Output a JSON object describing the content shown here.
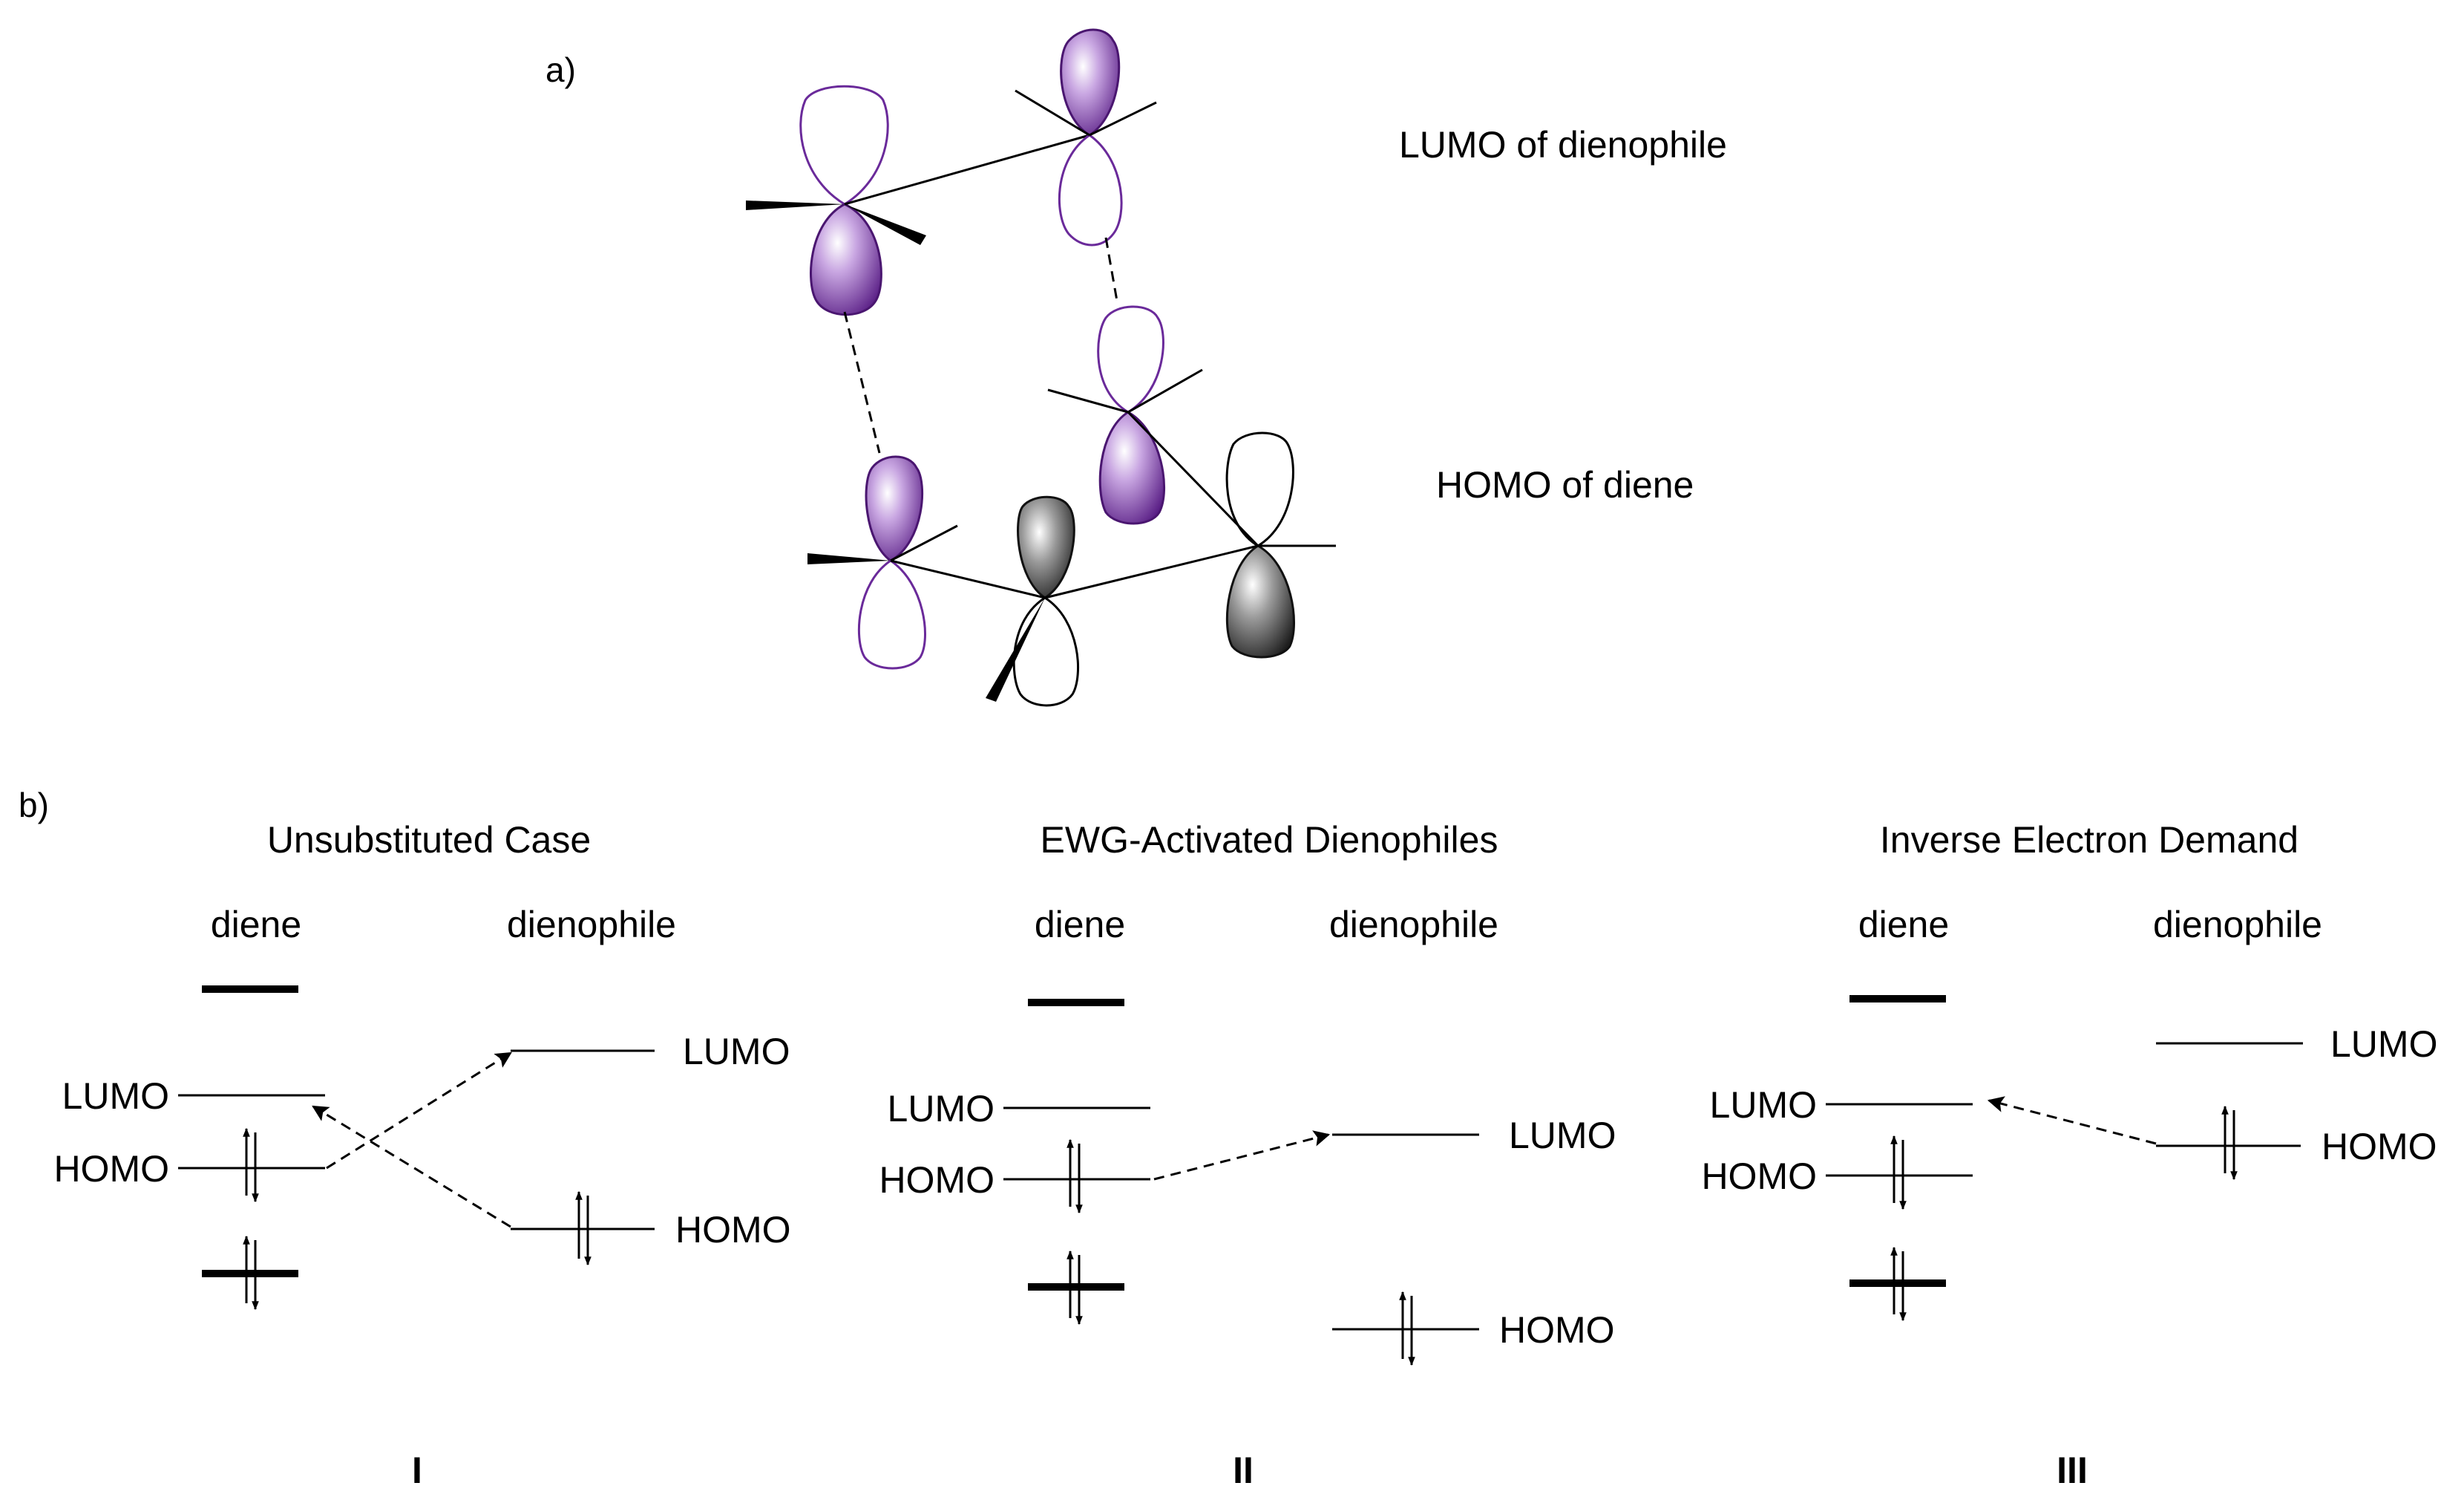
{
  "panel_a": {
    "label": "a)",
    "lumo_caption": "LUMO of dienophile",
    "homo_caption": "HOMO of diene",
    "colors": {
      "purple": "#6a2a9a",
      "gray": "#444444"
    }
  },
  "panel_b": {
    "label": "b)",
    "diene_label": "diene",
    "dienophile_label": "dienophile",
    "lumo_label": "LUMO",
    "homo_label": "HOMO",
    "cases": [
      {
        "title": "Unsubstituted Case",
        "numeral": "I"
      },
      {
        "title": "EWG-Activated Dienophiles",
        "numeral": "II"
      },
      {
        "title": "Inverse Electron Demand",
        "numeral": "III"
      }
    ]
  }
}
